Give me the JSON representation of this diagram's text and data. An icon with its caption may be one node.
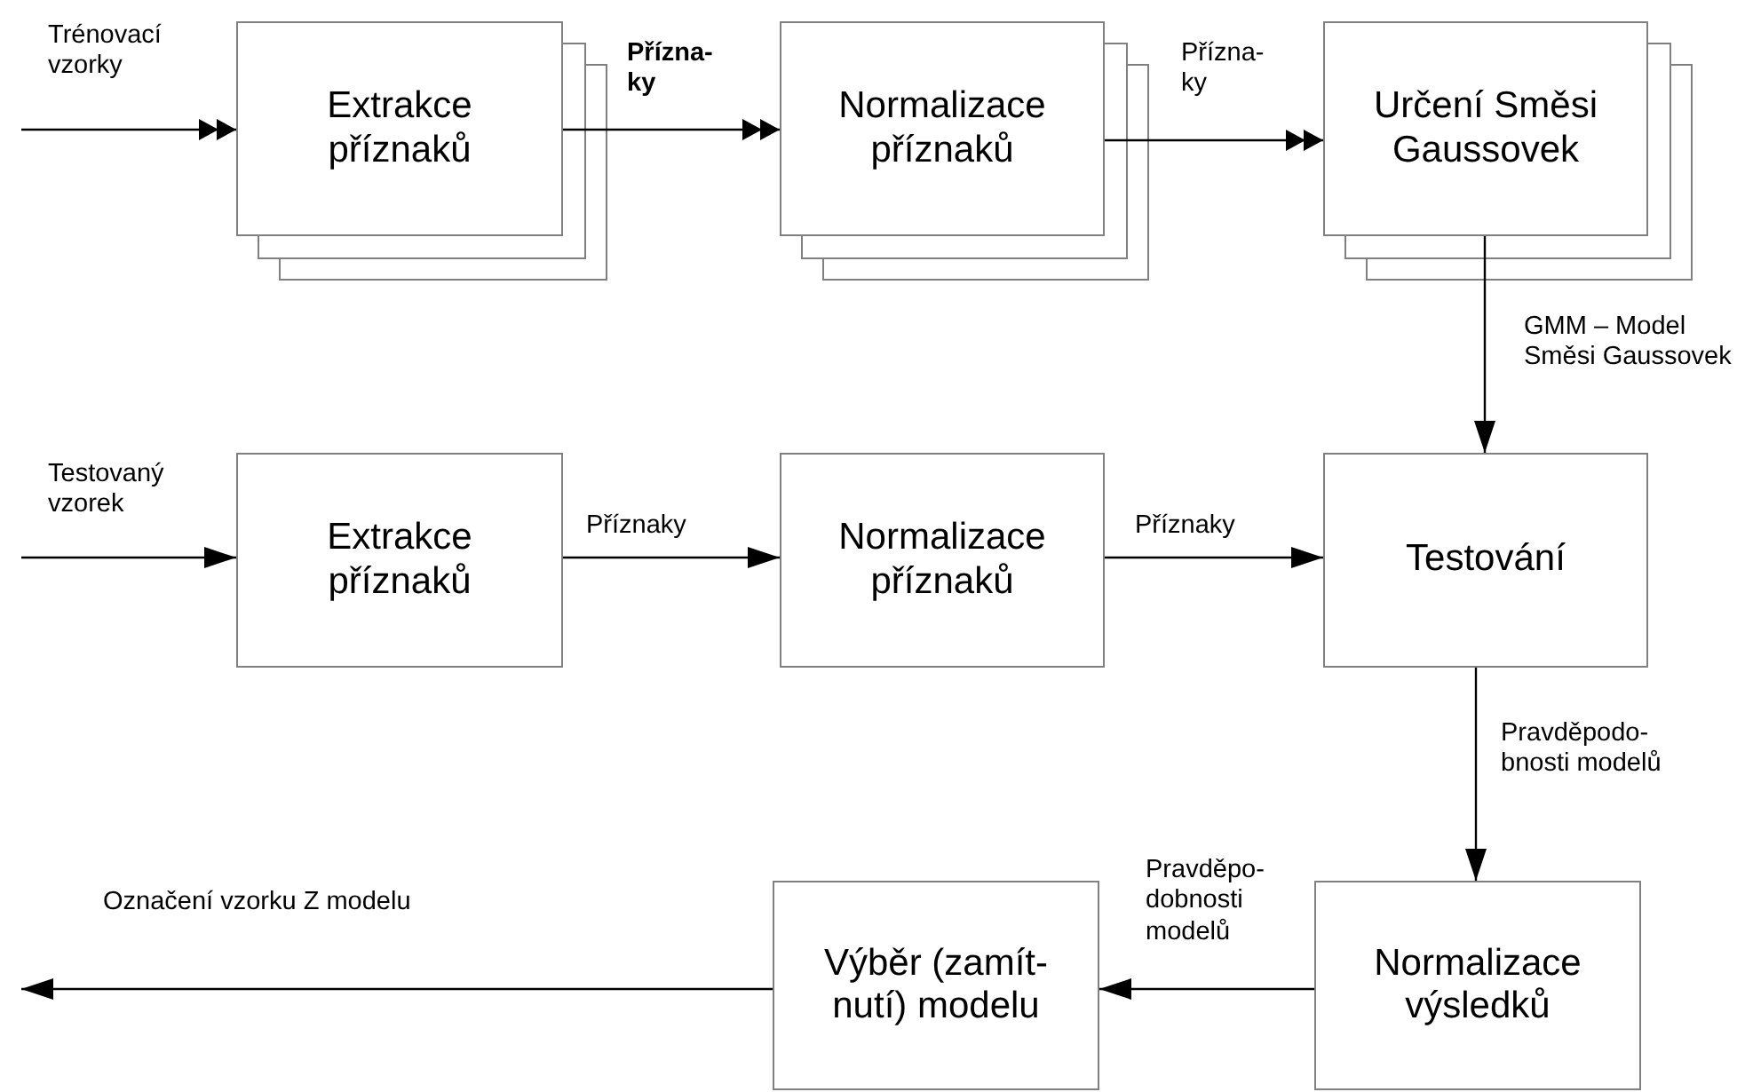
{
  "diagram": {
    "nodes": [
      {
        "text": [
          "Extrakce příznaků"
        ]
      },
      {
        "text": [
          "Normalizace příznaků"
        ]
      },
      {
        "text": [
          "Určení Směsi Gaussovek"
        ]
      },
      {
        "text": [
          "Extrakce příznaků"
        ]
      },
      {
        "text": [
          "Normalizace příznaků"
        ]
      },
      {
        "text": [
          "Testování"
        ]
      },
      {
        "text": [
          "Výběr (zamít- nutí) modelu"
        ]
      },
      {
        "text": [
          "Normalizace výsledků"
        ]
      }
    ],
    "edges": [
      {
        "from": null,
        "to": 0,
        "arrow": "to",
        "label": "Trénovací vzorky"
      },
      {
        "from": 0,
        "to": 1,
        "arrow": "to",
        "label": "Přízna- ky"
      },
      {
        "from": 1,
        "to": 2,
        "arrow": "to",
        "label": "Přízna- ky"
      },
      {
        "from": 2,
        "to": 5,
        "arrow": "to",
        "label": "GMM – Model Směsi Gaussovek"
      },
      {
        "from": null,
        "to": 3,
        "arrow": "to",
        "label": "Testovaný vzorek"
      },
      {
        "from": 3,
        "to": 4,
        "arrow": "to",
        "label": "Příznaky"
      },
      {
        "from": 4,
        "to": 5,
        "arrow": "to",
        "label": "Příznaky"
      },
      {
        "from": 5,
        "to": 7,
        "arrow": "to",
        "label": "Pravděpodo- bnosti modelů"
      },
      {
        "from": 7,
        "to": 6,
        "arrow": "to",
        "label": "Pravděpo- dobnosti modelů"
      },
      {
        "from": 6,
        "to": null,
        "arrow": "to",
        "label": "Označení vzorku Z modelu"
      }
    ]
  }
}
